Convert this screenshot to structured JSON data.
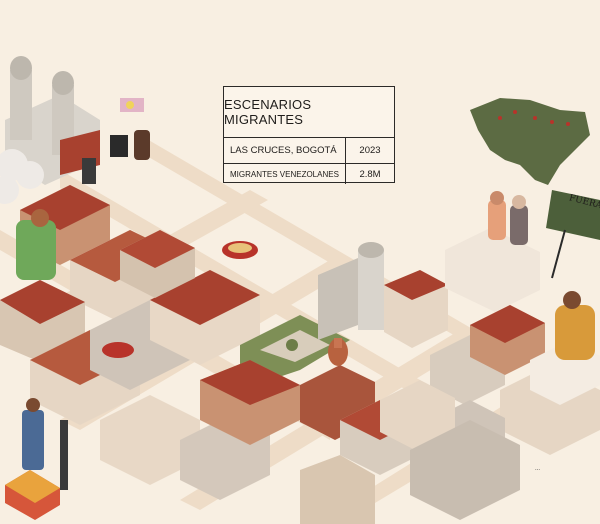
{
  "card": {
    "title": "ESCENARIOS MIGRANTES",
    "place": "LAS CRUCES, BOGOTÁ",
    "year": "2023",
    "group": "MIGRANTES VENEZOLANES",
    "count": "2.8M"
  },
  "protest_sign": "FUERA",
  "speech_bubble": "...",
  "colors": {
    "background": "#f8efe2",
    "street": "#eedcc7",
    "roof": "#a8412f",
    "wall": "#e6d6c4",
    "park": "#7e8f56",
    "venezuela_map": "#5c6b43",
    "map_dots": "#b8332a"
  }
}
